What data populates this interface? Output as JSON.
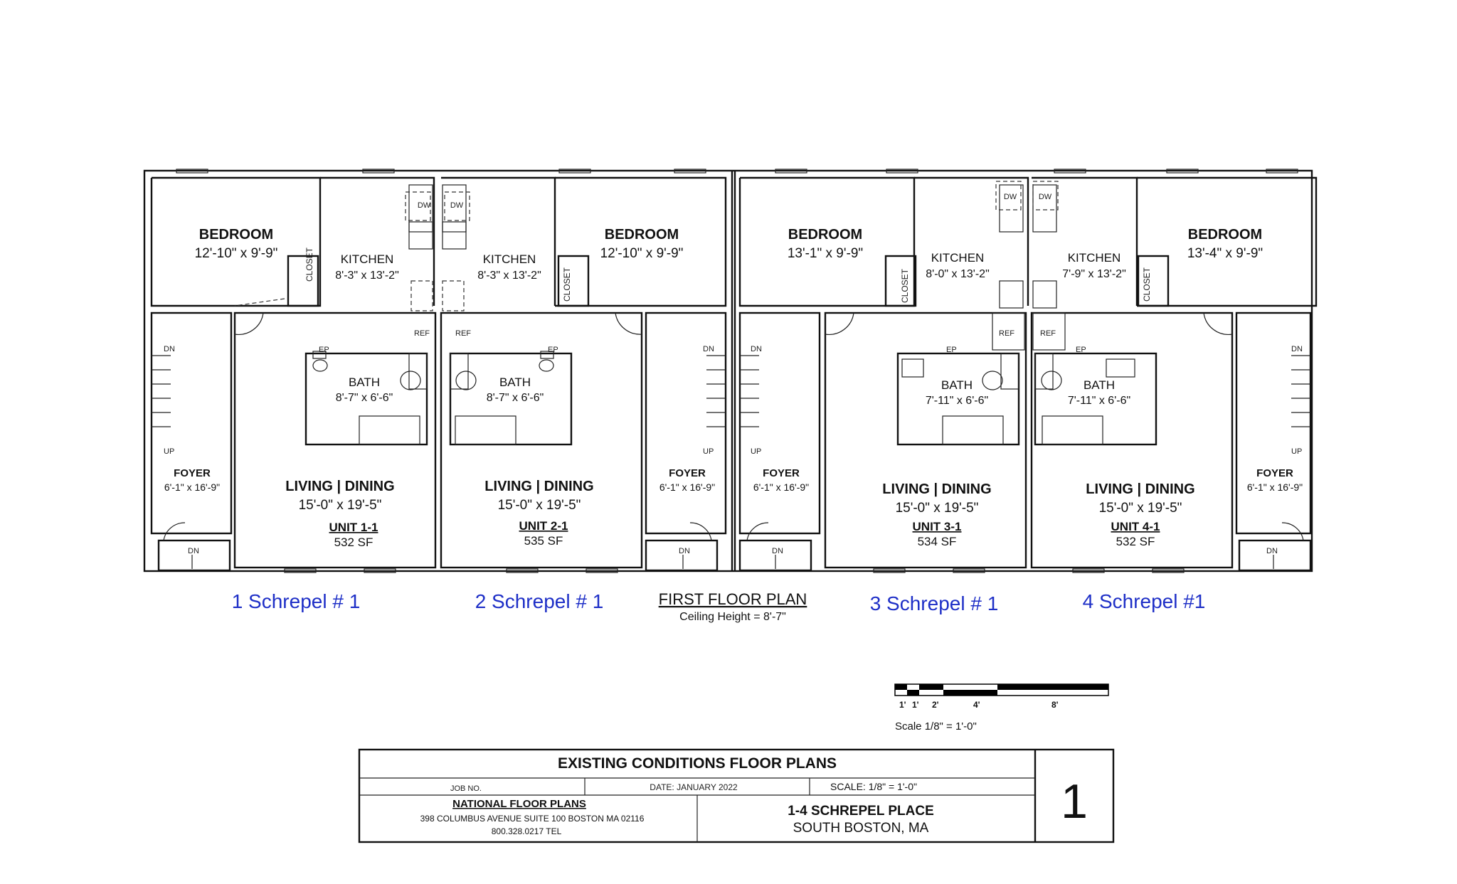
{
  "plan": {
    "title": "FIRST FLOOR PLAN",
    "ceiling": "Ceiling Height = 8'-7\""
  },
  "units": [
    {
      "caption": "1 Schrepel # 1",
      "bedroom": {
        "label": "BEDROOM",
        "dim": "12'-10\" x 9'-9\""
      },
      "kitchen": {
        "label": "KITCHEN",
        "dim": "8'-3\" x 13'-2\""
      },
      "bath": {
        "label": "BATH",
        "dim": "8'-7\" x 6'-6\""
      },
      "living": {
        "label": "LIVING | DINING",
        "dim": "15'-0\" x 19'-5\""
      },
      "foyer": {
        "label": "FOYER",
        "dim": "6'-1\" x 16'-9\""
      },
      "unit_name": "UNIT 1-1",
      "area": "532 SF"
    },
    {
      "caption": "2 Schrepel # 1",
      "bedroom": {
        "label": "BEDROOM",
        "dim": "12'-10\" x 9'-9\""
      },
      "kitchen": {
        "label": "KITCHEN",
        "dim": "8'-3\" x 13'-2\""
      },
      "bath": {
        "label": "BATH",
        "dim": "8'-7\" x 6'-6\""
      },
      "living": {
        "label": "LIVING | DINING",
        "dim": "15'-0\" x 19'-5\""
      },
      "foyer": {
        "label": "FOYER",
        "dim": "6'-1\" x 16'-9\""
      },
      "unit_name": "UNIT 2-1",
      "area": "535 SF"
    },
    {
      "caption": "3 Schrepel # 1",
      "bedroom": {
        "label": "BEDROOM",
        "dim": "13'-1\" x 9'-9\""
      },
      "kitchen": {
        "label": "KITCHEN",
        "dim": "8'-0\" x 13'-2\""
      },
      "bath": {
        "label": "BATH",
        "dim": "7'-11\" x 6'-6\""
      },
      "living": {
        "label": "LIVING | DINING",
        "dim": "15'-0\" x 19'-5\""
      },
      "foyer": {
        "label": "FOYER",
        "dim": "6'-1\" x 16'-9\""
      },
      "unit_name": "UNIT 3-1",
      "area": "534 SF"
    },
    {
      "caption": "4 Schrepel #1",
      "bedroom": {
        "label": "BEDROOM",
        "dim": "13'-4\" x 9'-9\""
      },
      "kitchen": {
        "label": "KITCHEN",
        "dim": "7'-9\" x 13'-2\""
      },
      "bath": {
        "label": "BATH",
        "dim": "7'-11\" x 6'-6\""
      },
      "living": {
        "label": "LIVING | DINING",
        "dim": "15'-0\" x 19'-5\""
      },
      "foyer": {
        "label": "FOYER",
        "dim": "6'-1\" x 16'-9\""
      },
      "unit_name": "UNIT 4-1",
      "area": "532 SF"
    }
  ],
  "fixtures": {
    "closet": "CLOSET",
    "dw": "DW",
    "ref": "REF",
    "ep": "EP",
    "up": "UP",
    "dn": "DN"
  },
  "scale_bar": {
    "ticks": [
      "1'",
      "1'",
      "2'",
      "4'",
      "8'"
    ],
    "label": "Scale  1/8\" = 1'-0\""
  },
  "title_block": {
    "title": "EXISTING CONDITIONS FLOOR PLANS",
    "job_no": "JOB NO.",
    "date": "DATE: JANUARY 2022",
    "scale": "SCALE: 1/8\" = 1'-0\"",
    "company": "NATIONAL FLOOR PLANS",
    "address": "398 COLUMBUS AVENUE SUITE 100 BOSTON MA 02116",
    "phone": "800.328.0217 TEL",
    "project": "1-4 SCHREPEL PLACE",
    "location": "SOUTH BOSTON, MA",
    "sheet": "1"
  }
}
